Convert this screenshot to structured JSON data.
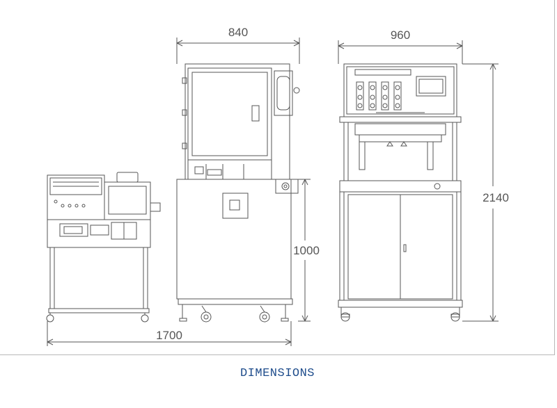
{
  "dimensions": {
    "width_front": "840",
    "width_side": "960",
    "height_total": "2140",
    "height_table": "1000",
    "length_total": "1700"
  },
  "caption": "DIMENSIONS",
  "colors": {
    "line": "#555555",
    "caption": "#1f4d8c"
  }
}
